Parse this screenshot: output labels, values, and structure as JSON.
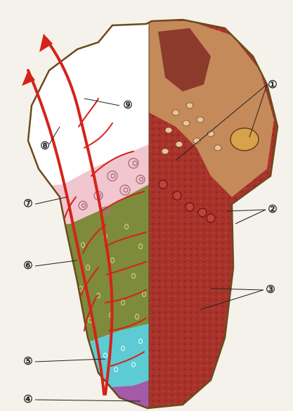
{
  "callouts": [
    {
      "id": "1",
      "label": "①"
    },
    {
      "id": "2",
      "label": "②"
    },
    {
      "id": "3",
      "label": "③"
    },
    {
      "id": "4",
      "label": "④"
    },
    {
      "id": "5",
      "label": "⑤"
    },
    {
      "id": "6",
      "label": "⑥"
    },
    {
      "id": "7",
      "label": "⑦"
    },
    {
      "id": "8",
      "label": "⑧"
    },
    {
      "id": "9",
      "label": "⑨"
    }
  ],
  "colors": {
    "background": "#f4f2ea",
    "outline": "#6b4a1c",
    "zone_root": "#ffffff",
    "zone_pink": "#f1c6cf",
    "zone_green": "#7d8b3b",
    "zone_cyan": "#5ccbd3",
    "zone_violet": "#a35aa8",
    "nerve_red": "#d4231a",
    "tongue_red": "#a8332b"
  }
}
